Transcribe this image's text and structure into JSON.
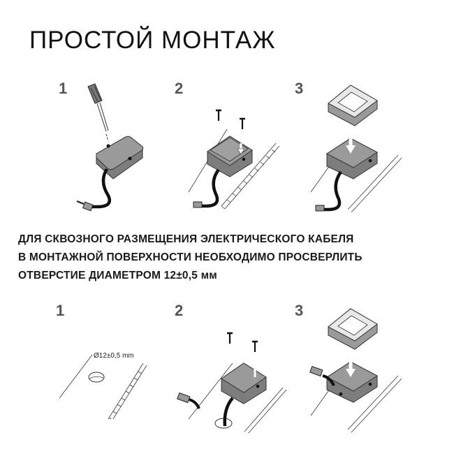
{
  "title": "ПРОСТОЙ МОНТАЖ",
  "description": {
    "lines": [
      "ДЛЯ СКВОЗНОГО РАЗМЕЩЕНИЯ ЭЛЕКТРИЧЕСКОГО КАБЕЛЯ",
      "В МОНТАЖНОЙ ПОВЕРХНОСТИ НЕОБХОДИМО ПРОСВЕРЛИТЬ",
      "ОТВЕРСТИЕ ДИАМЕТРОМ 12±0,5 мм"
    ]
  },
  "top_row": {
    "steps": [
      {
        "number": "1",
        "illustration": "screwdriver-opening-box"
      },
      {
        "number": "2",
        "illustration": "screws-mount-box-to-wall"
      },
      {
        "number": "3",
        "illustration": "frame-cover-placed-on-box"
      }
    ]
  },
  "bottom_row": {
    "steps": [
      {
        "number": "1",
        "illustration": "drilled-hole",
        "dimension_label": "Ø12±0,5 mm"
      },
      {
        "number": "2",
        "illustration": "screws-mount-box-over-hole"
      },
      {
        "number": "3",
        "illustration": "frame-cover-placed-on-box"
      }
    ]
  },
  "colors": {
    "box_fill": "#9a9a9a",
    "box_side": "#7d7d7d",
    "frame_fill": "#e8e8e8",
    "cable": "#111111",
    "outline": "#333333"
  }
}
